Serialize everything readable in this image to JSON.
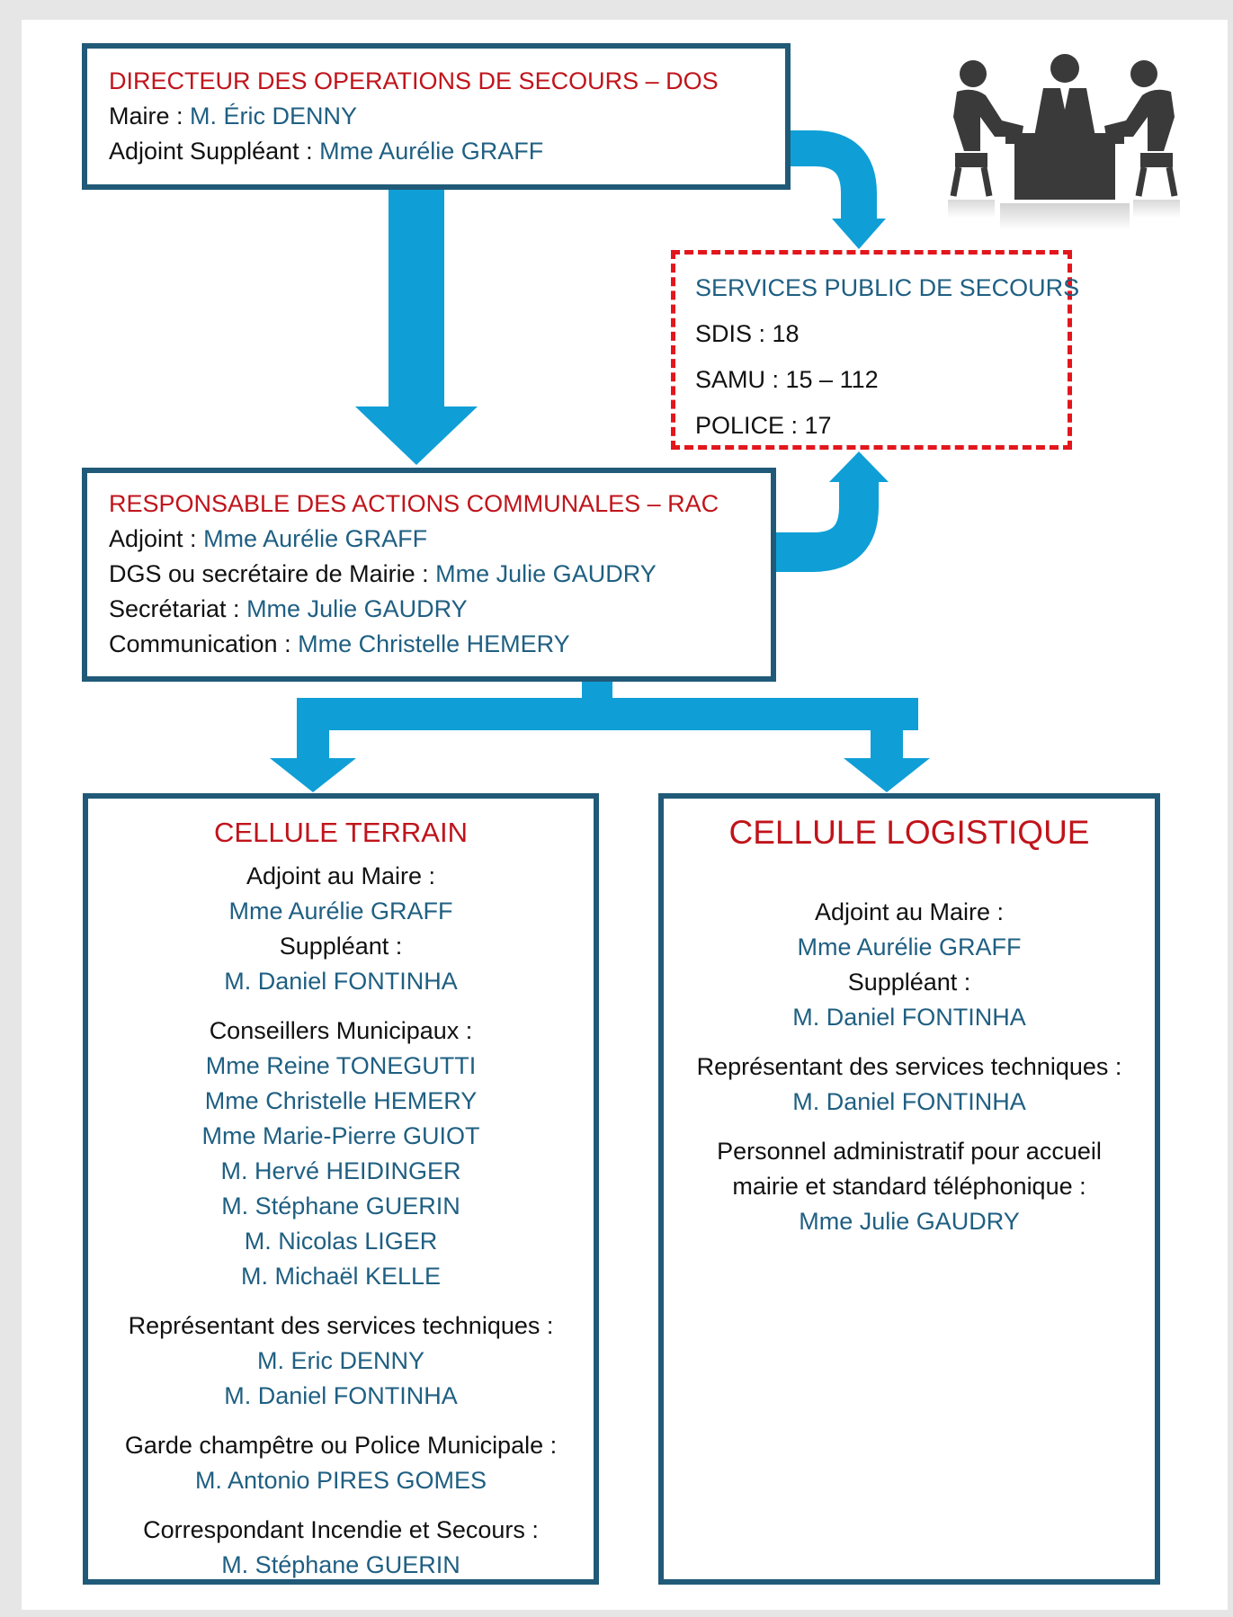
{
  "colors": {
    "arrow": "#0f9fd6",
    "box_border": "#205a78",
    "title_red": "#c0141b",
    "name_teal": "#1f5f82",
    "dashed_red": "#e2161c",
    "text_black": "#111111"
  },
  "icons": {
    "meeting": "meeting-people-icon"
  },
  "dos": {
    "title": "DIRECTEUR DES OPERATIONS DE SECOURS – DOS",
    "maire_label": "Maire : ",
    "maire_name": "M. Éric DENNY",
    "suppleant_label": "Adjoint Suppléant : ",
    "suppleant_name": "Mme Aurélie GRAFF"
  },
  "services": {
    "title": "SERVICES PUBLIC DE SECOURS",
    "lines": [
      "SDIS : 18",
      "SAMU : 15 – 112",
      "POLICE :  17"
    ]
  },
  "rac": {
    "title": "RESPONSABLE DES ACTIONS COMMUNALES – RAC",
    "rows": [
      {
        "label": "Adjoint : ",
        "name": "Mme Aurélie GRAFF"
      },
      {
        "label": "DGS ou secrétaire de Mairie : ",
        "name": "Mme Julie GAUDRY"
      },
      {
        "label": "Secrétariat : ",
        "name": "Mme Julie GAUDRY"
      },
      {
        "label": "Communication : ",
        "name": "Mme Christelle HEMERY"
      }
    ]
  },
  "terrain": {
    "title": "CELLULE TERRAIN",
    "adjoint_label": "Adjoint au Maire :",
    "adjoint_name": "Mme Aurélie GRAFF",
    "suppleant_label": "Suppléant :",
    "suppleant_name": "M. Daniel FONTINHA",
    "conseillers_label": "Conseillers Municipaux :",
    "conseillers": [
      "Mme Reine TONEGUTTI",
      "Mme Christelle HEMERY",
      "Mme Marie-Pierre GUIOT",
      "M. Hervé HEIDINGER",
      "M. Stéphane GUERIN",
      "M. Nicolas LIGER",
      "M. Michaël KELLE"
    ],
    "techniques_label": "Représentant des services techniques :",
    "techniques": [
      "M. Eric DENNY",
      "M. Daniel FONTINHA"
    ],
    "garde_label": "Garde champêtre ou Police Municipale :",
    "garde_name": "M. Antonio PIRES GOMES",
    "correspondant_label": "Correspondant Incendie et Secours :",
    "correspondant_name": "M. Stéphane GUERIN"
  },
  "logistique": {
    "title": "CELLULE LOGISTIQUE",
    "adjoint_label": "Adjoint au Maire :",
    "adjoint_name": "Mme Aurélie GRAFF",
    "suppleant_label": "Suppléant :",
    "suppleant_name": "M. Daniel FONTINHA",
    "techniques_label": "Représentant des services techniques :",
    "techniques_name": "M. Daniel FONTINHA",
    "personnel_label_1": "Personnel administratif pour accueil",
    "personnel_label_2": "mairie et standard téléphonique :",
    "personnel_name": "Mme Julie GAUDRY"
  }
}
